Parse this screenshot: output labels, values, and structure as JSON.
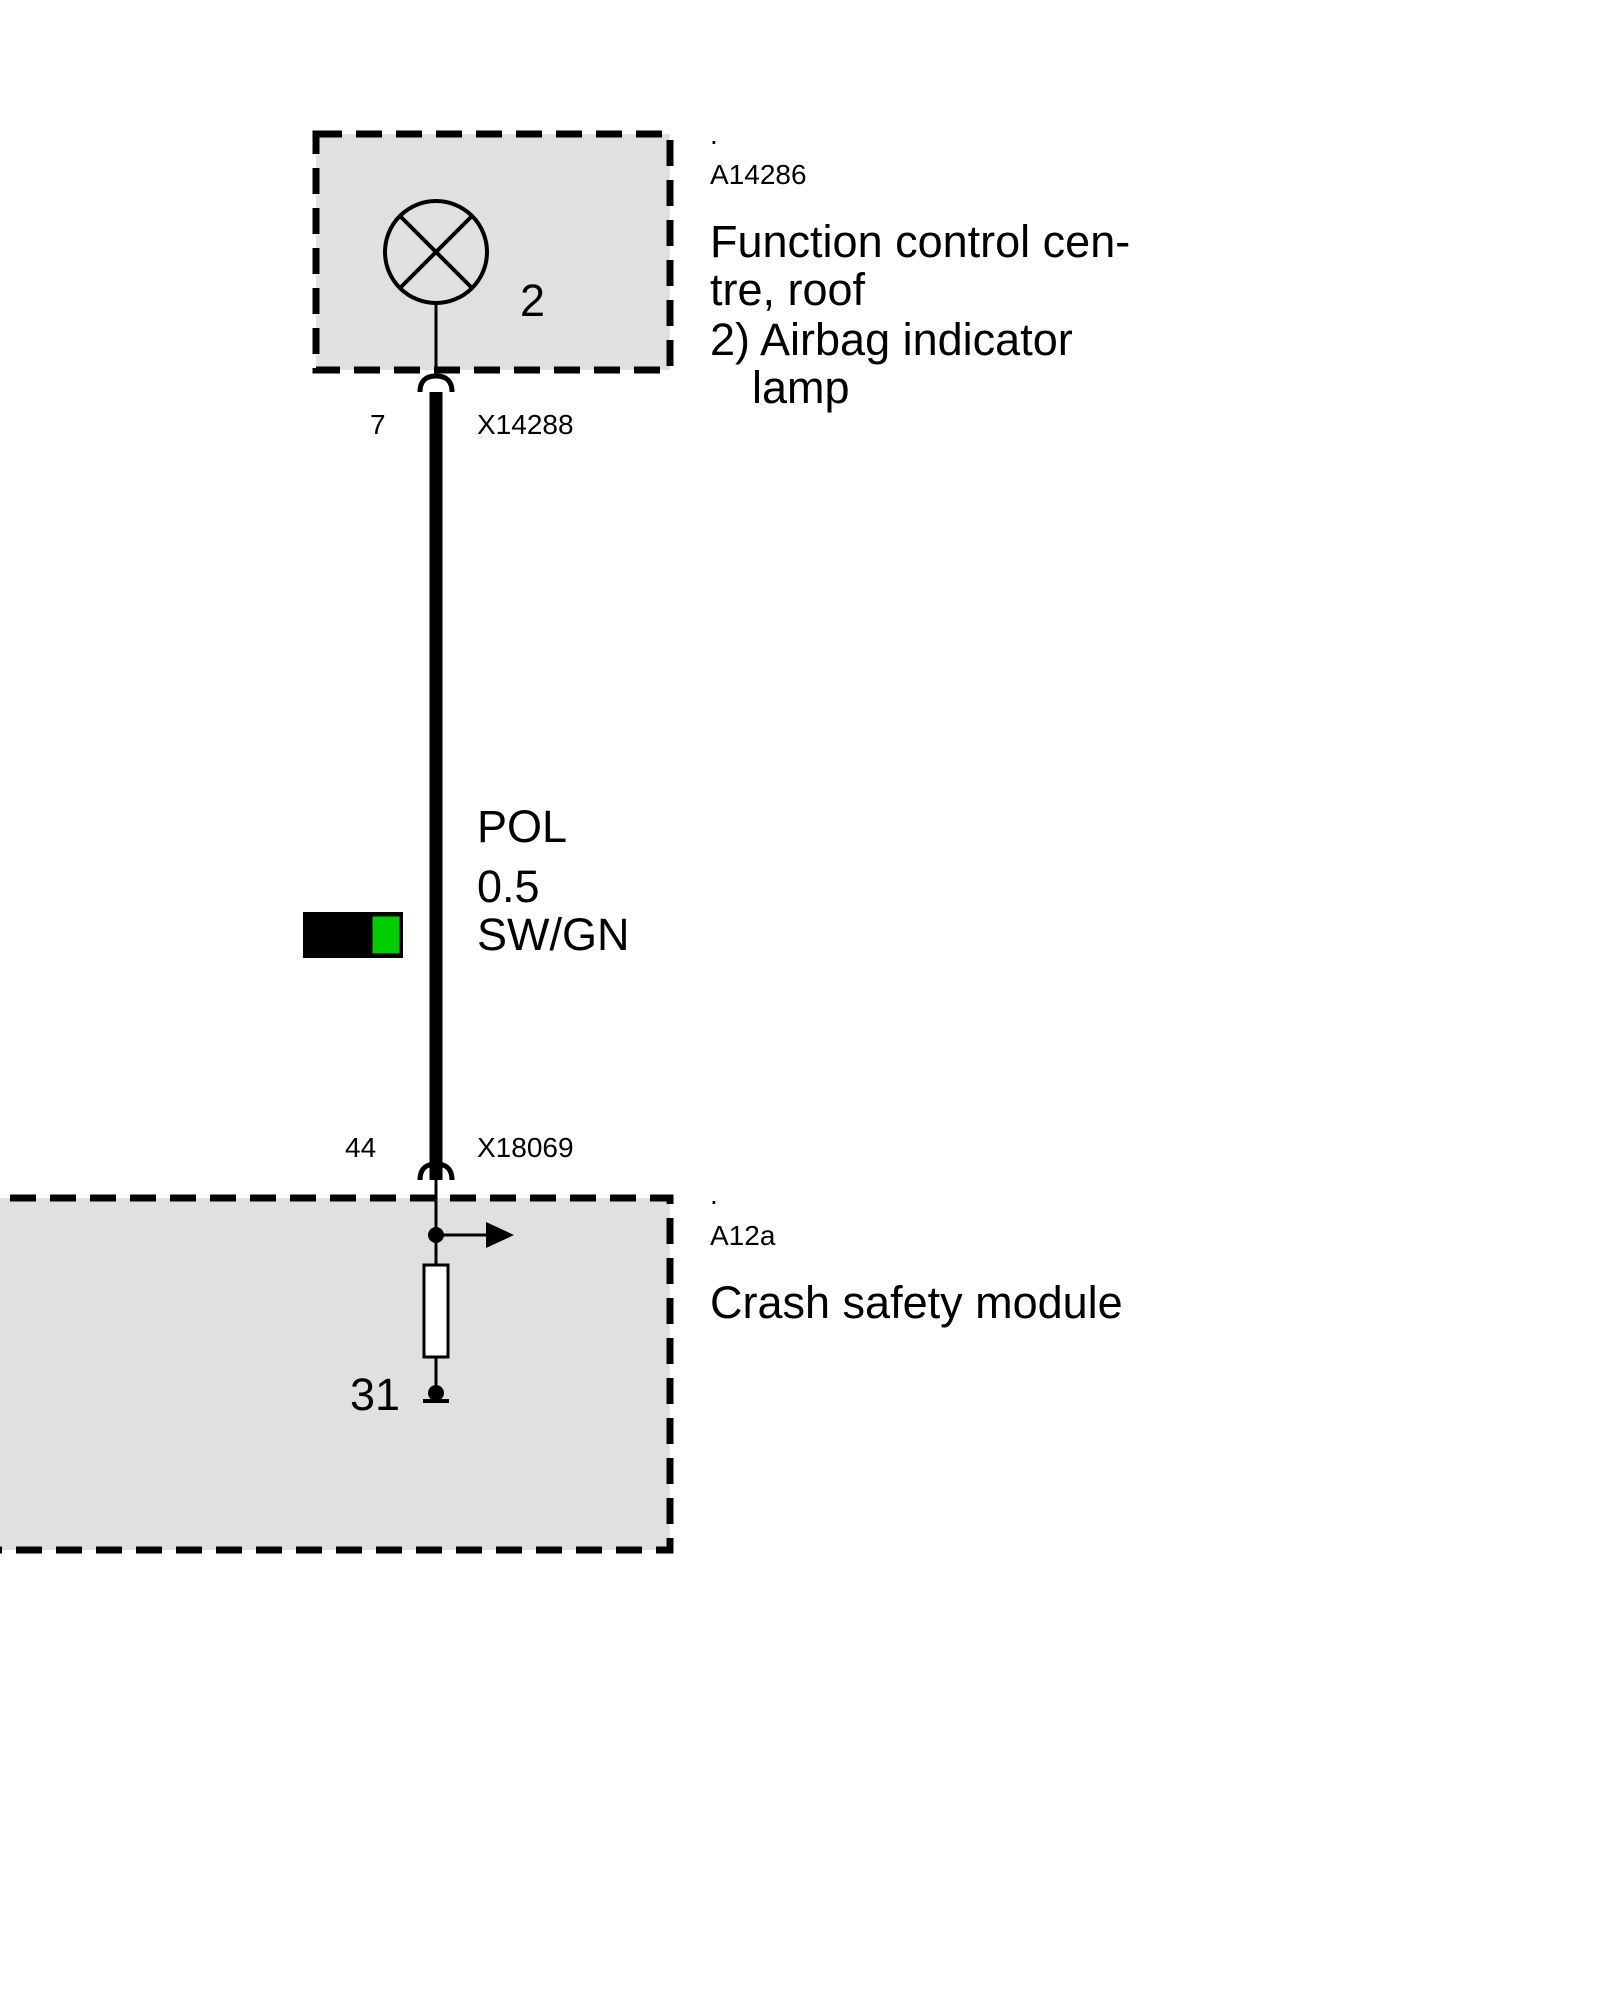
{
  "colors": {
    "component_fill": "#e0e0e0",
    "wire": "#000000",
    "wire_color_primary": "#000000",
    "wire_color_secondary": "#00cc00"
  },
  "components": {
    "top": {
      "dot": ".",
      "id": "A14286",
      "title_line1": "Function control cen-",
      "title_line2": "tre, roof",
      "note_line1": "2) Airbag indicator",
      "note_line2": "lamp",
      "lamp_number": "2",
      "lamp_icon": "indicator-lamp-icon"
    },
    "bottom": {
      "dot": ".",
      "id": "A12a",
      "title": "Crash safety module",
      "ground_label": "31",
      "resistor_icon": "resistor-icon",
      "ground_icon": "ground-icon"
    }
  },
  "connectors": {
    "top": {
      "pin": "7",
      "id": "X14288"
    },
    "bottom": {
      "pin": "44",
      "id": "X18069"
    }
  },
  "wire": {
    "signal": "POL",
    "cross_section": "0.5",
    "color_code": "SW/GN"
  }
}
